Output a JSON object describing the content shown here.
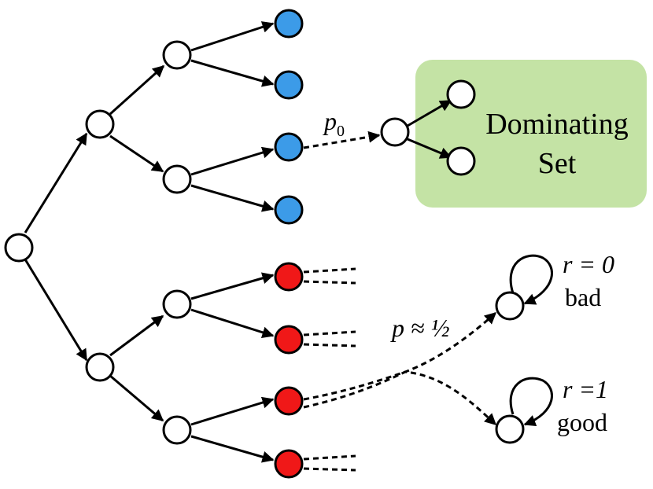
{
  "labels": {
    "dominating_set_line1": "Dominating",
    "dominating_set_line2": "Set",
    "p0_base": "p",
    "p0_sub": "0",
    "p_half": "p ≈ ½",
    "r0": "r = 0",
    "r0_desc": "bad",
    "r1": "r =1",
    "r1_desc": "good"
  },
  "colors": {
    "white_node": "#ffffff",
    "blue_leaf": "#3c9be8",
    "red_leaf": "#f01818",
    "dominating_box": "#c4e3a5"
  }
}
